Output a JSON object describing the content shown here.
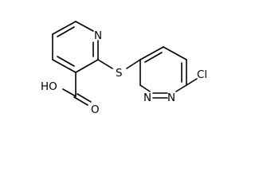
{
  "molecule": {
    "atoms": {
      "ring_nitrogen": "N",
      "sulfur": "S",
      "carboxyl_hydroxyl": "HO",
      "carbonyl_oxygen": "O",
      "pyridazine_n1": "N",
      "pyridazine_n2": "N",
      "chlorine": "Cl"
    },
    "colors": {
      "bond": "#000000",
      "text": "#000000",
      "background": "#ffffff"
    }
  }
}
